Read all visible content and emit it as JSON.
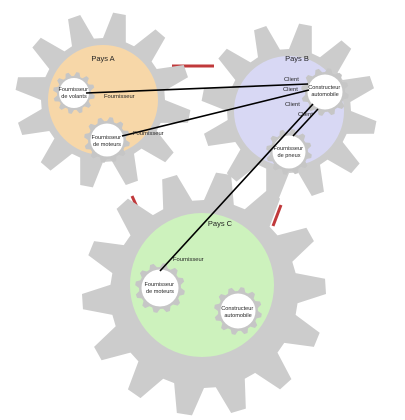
{
  "countries": [
    {
      "id": "a",
      "name": "Pays A",
      "fill": "#f7d7a8",
      "actors": [
        {
          "id": "volants",
          "lines": [
            "Fournisseur",
            "de volants"
          ]
        },
        {
          "id": "moteurs-a",
          "lines": [
            "Fournisseur",
            "de moteurs"
          ]
        }
      ]
    },
    {
      "id": "b",
      "name": "Pays B",
      "fill": "#d8d8f4",
      "actors": [
        {
          "id": "constructeur-b",
          "lines": [
            "Constructeur",
            "automobile"
          ]
        },
        {
          "id": "pneux",
          "lines": [
            "Fournisseur",
            "de pneux"
          ]
        }
      ]
    },
    {
      "id": "c",
      "name": "Pays C",
      "fill": "#cdf2bd",
      "actors": [
        {
          "id": "moteurs-c",
          "lines": [
            "Fournisseur",
            "de moteurs"
          ]
        },
        {
          "id": "constructeur-c",
          "lines": [
            "Constructeur",
            "automobile"
          ]
        }
      ]
    }
  ],
  "relations": [
    {
      "supplier_label": "Fournisseur",
      "client_label": "Client"
    },
    {
      "supplier_label": "Fournisseur",
      "client_label": "Client"
    },
    {
      "supplier_label": "Fournisseur",
      "client_label": "Client"
    },
    {
      "supplier_label": "",
      "client_label": "Client"
    }
  ],
  "colors": {
    "big_gear": "#cccccc",
    "small_gear": "#c6c6c6",
    "small_gear_face": "#ffffff",
    "border_link": "#c0393b",
    "relation_line": "#000000"
  }
}
